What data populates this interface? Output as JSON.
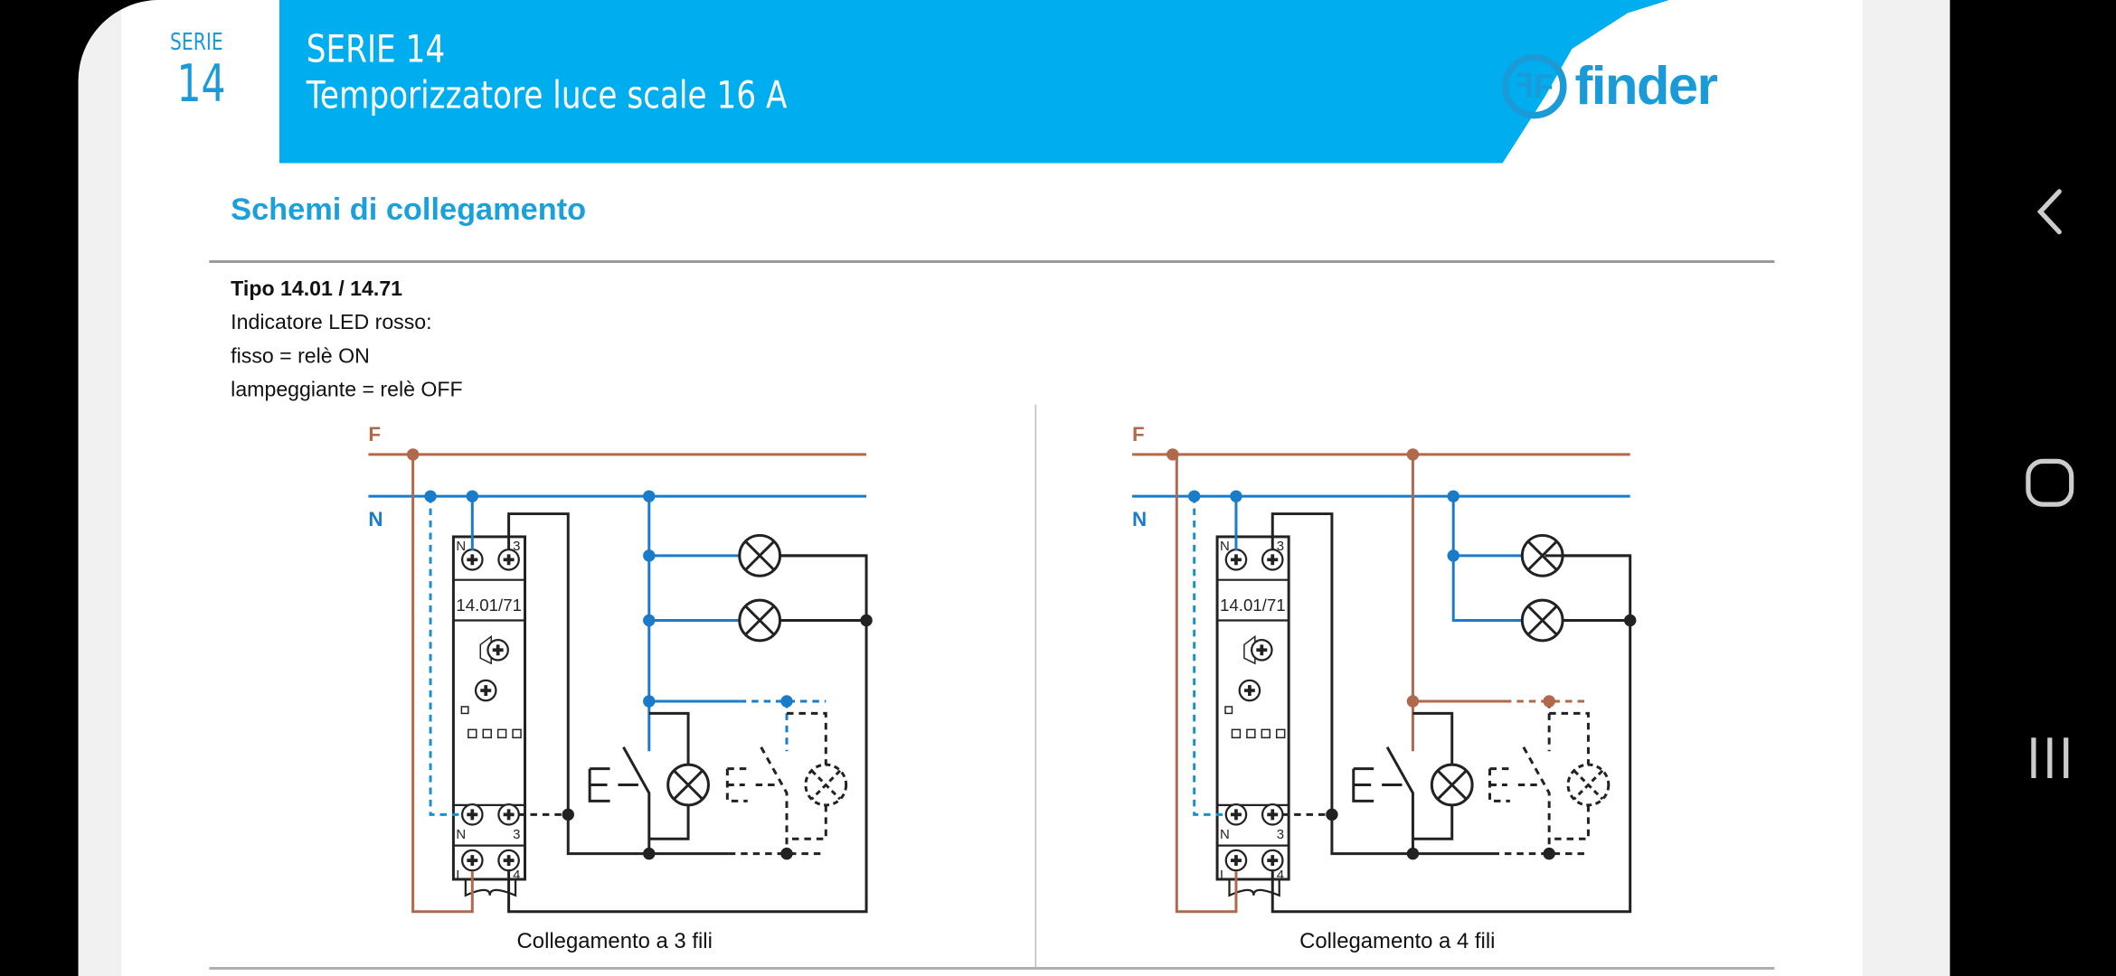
{
  "header": {
    "serie_small": "SERIE",
    "serie_number": "14",
    "title_line1": "SERIE 14",
    "title_line2": "Temporizzatore luce scale 16 A",
    "brand": "finder"
  },
  "section_title": "Schemi di collegamento",
  "info": {
    "type": "Tipo 14.01 / 14.71",
    "led": "Indicatore LED rosso:",
    "fixed": "fisso = relè ON",
    "blinking": "lampeggiante = relè OFF"
  },
  "diagrams": [
    {
      "caption": "Collegamento a 3 fili",
      "phase": "F",
      "neutral": "N",
      "device": "14.01/71",
      "terminals": [
        "N",
        "3",
        "N",
        "3",
        "L",
        "4"
      ]
    },
    {
      "caption": "Collegamento a 4 fili",
      "phase": "F",
      "neutral": "N",
      "device": "14.01/71",
      "terminals": [
        "N",
        "3",
        "N",
        "3",
        "L",
        "4"
      ]
    }
  ],
  "colors": {
    "header_blue": "#00aeef",
    "phase": "#b0694a",
    "neutral": "#1a7cc9",
    "wire": "#222222"
  },
  "nav": {
    "back": "back-icon",
    "home": "home-icon",
    "recents": "recents-icon"
  }
}
